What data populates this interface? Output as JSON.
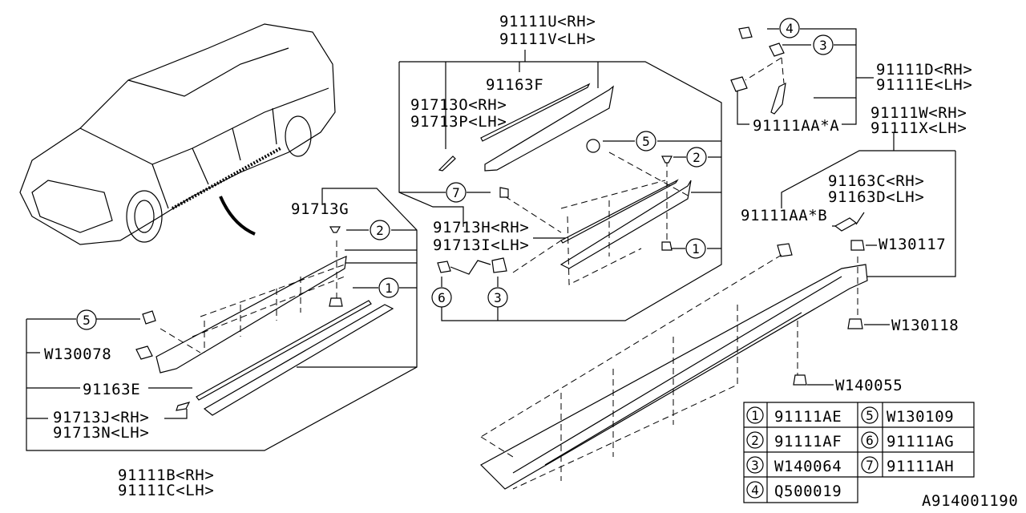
{
  "diagram_id": "A914001190",
  "labels": {
    "u_rh": "91111U<RH>",
    "v_lh": "91111V<LH>",
    "f163": "91163F",
    "o_rh": "91713O<RH>",
    "p_lh": "91713P<LH>",
    "g713": "91713G",
    "h_rh": "91713H<RH>",
    "i_lh": "91713I<LH>",
    "d_rh": "91111D<RH>",
    "e_lh": "91111E<LH>",
    "aa_a": "91111AA*A",
    "w_rh": "91111W<RH>",
    "x_lh": "91111X<LH>",
    "c_rh": "91163C<RH>",
    "d163_lh": "91163D<LH>",
    "aa_b": "91111AA*B",
    "w130117": "W130117",
    "w130118": "W130118",
    "w140055": "W140055",
    "w130078": "W130078",
    "e163": "91163E",
    "j_rh": "91713J<RH>",
    "n_lh": "91713N<LH>",
    "b_rh": "91111B<RH>",
    "c_lh": "91111C<LH>"
  },
  "callouts": [
    "1",
    "2",
    "3",
    "4",
    "5",
    "6",
    "7"
  ],
  "legend": [
    {
      "num": "1",
      "part": "91111AE"
    },
    {
      "num": "2",
      "part": "91111AF"
    },
    {
      "num": "3",
      "part": "W140064"
    },
    {
      "num": "4",
      "part": "Q500019"
    },
    {
      "num": "5",
      "part": "W130109"
    },
    {
      "num": "6",
      "part": "91111AG"
    },
    {
      "num": "7",
      "part": "91111AH"
    }
  ]
}
